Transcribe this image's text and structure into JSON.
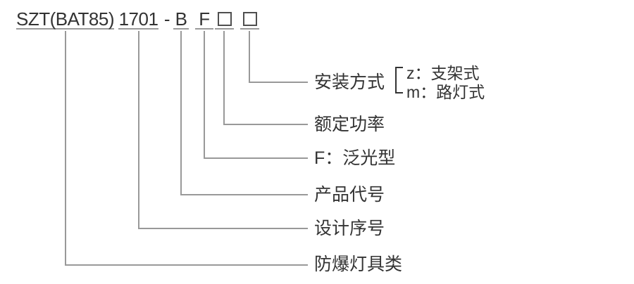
{
  "model_code": {
    "prefix": "SZT(BAT85)",
    "design_serial": "1701",
    "separator": "-",
    "product_code": "B",
    "beam_type": "F",
    "placeholder_boxes": [
      "□",
      "□"
    ]
  },
  "callouts": [
    {
      "id": "mounting",
      "label": "安装方式"
    },
    {
      "id": "rated-power",
      "label": "额定功率"
    },
    {
      "id": "beam-type",
      "label": "F：泛光型"
    },
    {
      "id": "product-code",
      "label": "产品代号"
    },
    {
      "id": "design-serial",
      "label": "设计序号"
    },
    {
      "id": "lamp-category",
      "label": "防爆灯具类"
    }
  ],
  "mounting_options": [
    "z：支架式",
    "m：路灯式"
  ],
  "colors": {
    "text": "#333333",
    "connector_line": "#999999",
    "box_border": "#4f4f4f",
    "background": "#ffffff"
  }
}
